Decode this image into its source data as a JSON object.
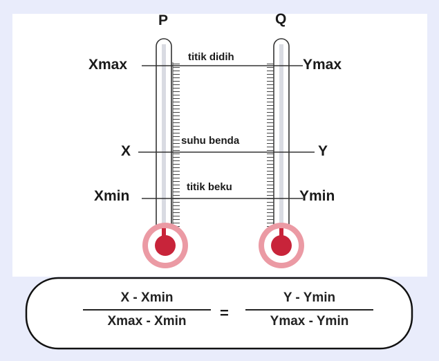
{
  "thermometers": [
    {
      "name": "P",
      "max_label": "Xmax",
      "mid_label": "X",
      "min_label": "Xmin"
    },
    {
      "name": "Q",
      "max_label": "Ymax",
      "mid_label": "Y",
      "min_label": "Ymin"
    }
  ],
  "lines": {
    "top": "titik didih",
    "middle": "suhu benda",
    "bottom": "titik beku"
  },
  "formula": {
    "left_numerator": "X - Xmin",
    "left_denominator": "Xmax - Xmin",
    "equals": "=",
    "right_numerator": "Y - Ymin",
    "right_denominator": "Ymax - Ymin"
  },
  "colors": {
    "bulb": "#c8243a",
    "bulb_ring": "#e98a96",
    "background": "#e9ecfb"
  }
}
